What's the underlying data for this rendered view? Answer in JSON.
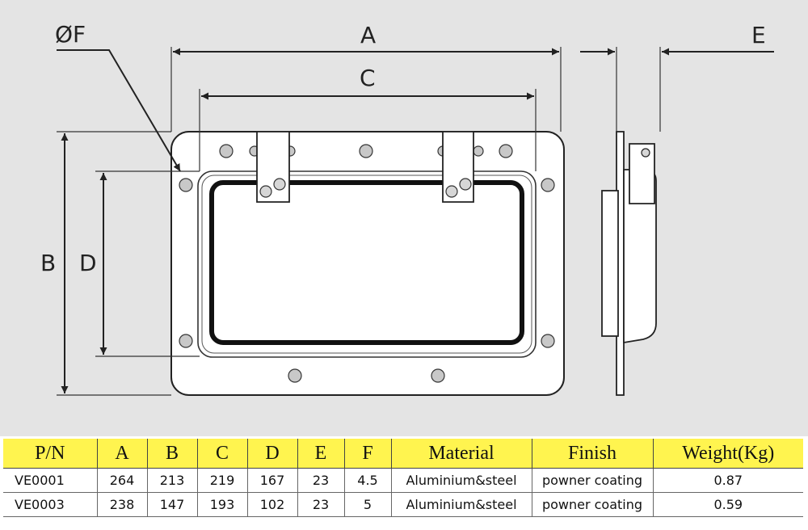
{
  "labels": {
    "dim_a": "A",
    "dim_b": "B",
    "dim_c": "C",
    "dim_d": "D",
    "dim_e": "E",
    "dim_f": "ØF"
  },
  "colors": {
    "panel_background": "#e4e4e4",
    "header_background": "#fff44f",
    "outline": "#222222",
    "gasket": "#111111"
  },
  "table": {
    "headers": [
      "P/N",
      "A",
      "B",
      "C",
      "D",
      "E",
      "F",
      "Material",
      "Finish",
      "Weight(Kg)"
    ],
    "rows": [
      [
        "VE0001",
        "264",
        "213",
        "219",
        "167",
        "23",
        "4.5",
        "Aluminium&steel",
        "powner coating",
        "0.87"
      ],
      [
        "VE0003",
        "238",
        "147",
        "193",
        "102",
        "23",
        "5",
        "Aluminium&steel",
        "powner coating",
        "0.59"
      ]
    ]
  }
}
